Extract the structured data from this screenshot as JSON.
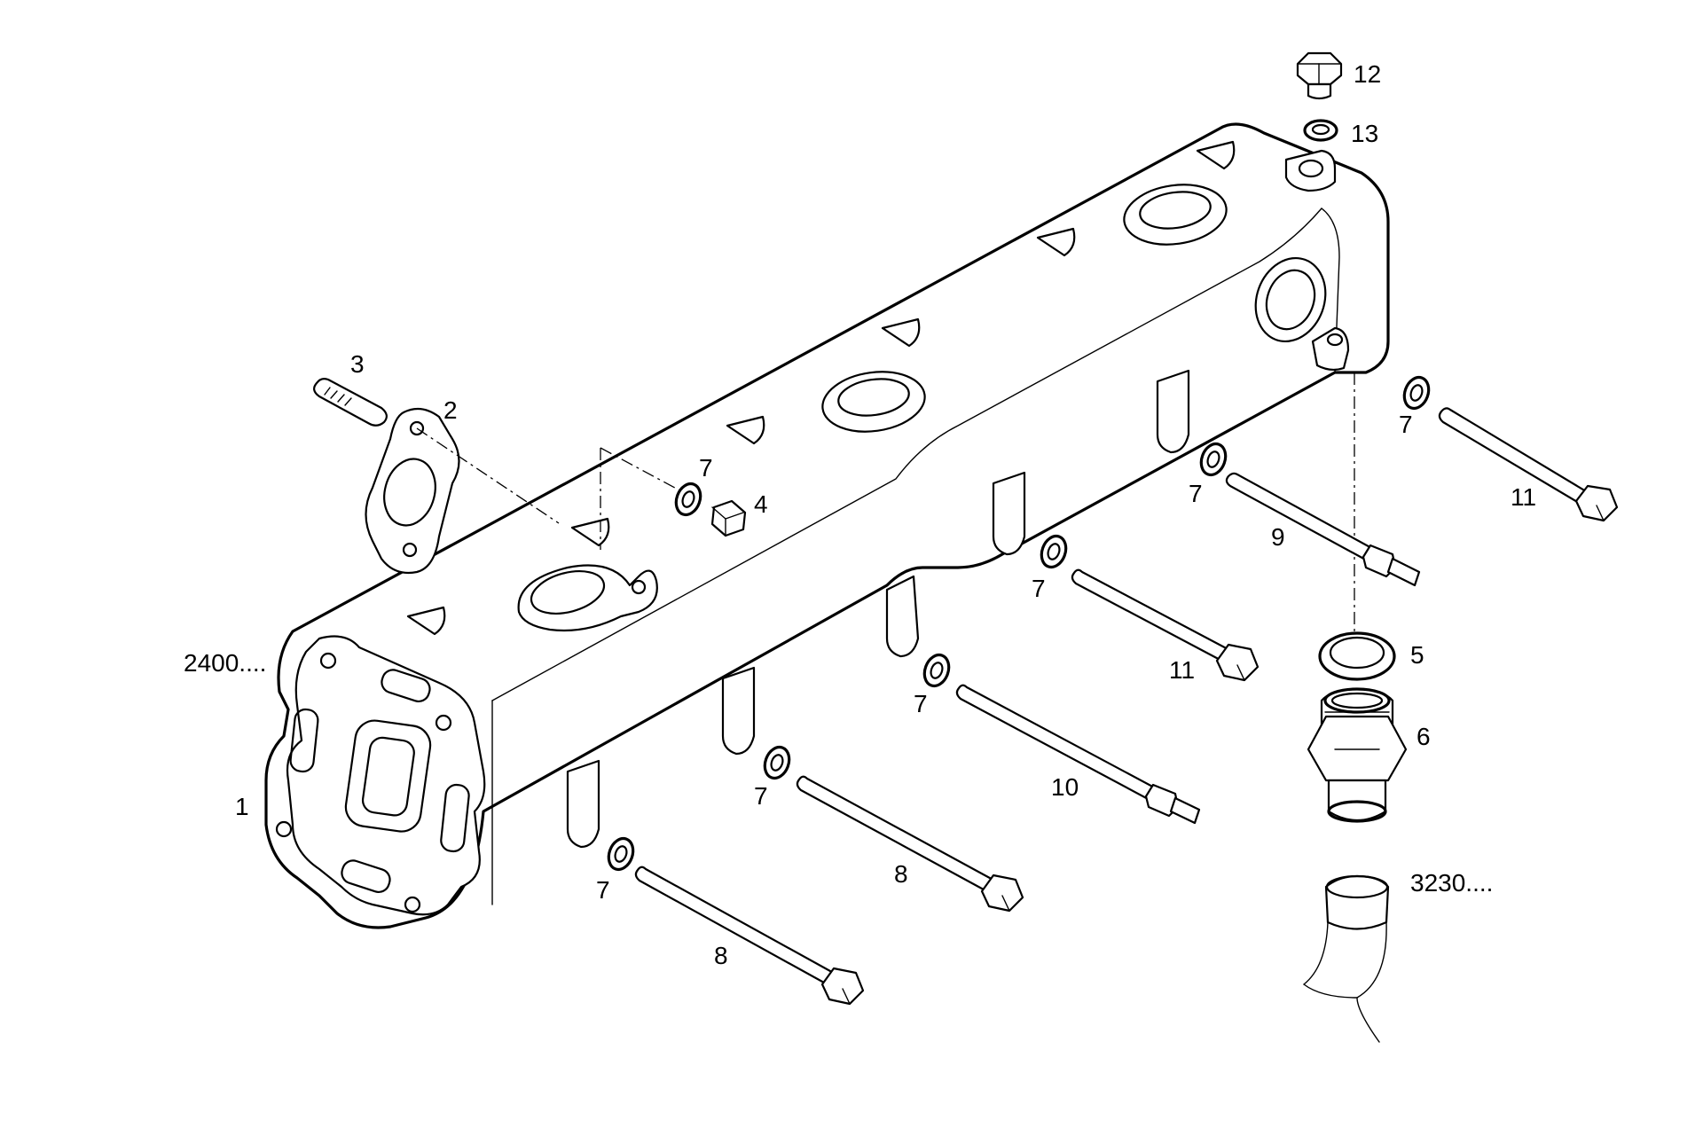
{
  "labels": {
    "l1": "1",
    "l2": "2",
    "l3": "3",
    "l4": "4",
    "l5": "5",
    "l6": "6",
    "l7a": "7",
    "l7b": "7",
    "l7c": "7",
    "l7d": "7",
    "l7e": "7",
    "l7f": "7",
    "l7g": "7",
    "l8a": "8",
    "l8b": "8",
    "l9": "9",
    "l10": "10",
    "l11a": "11",
    "l11b": "11",
    "l12": "12",
    "l13": "13",
    "ref2400": "2400....",
    "ref3230": "3230...."
  }
}
